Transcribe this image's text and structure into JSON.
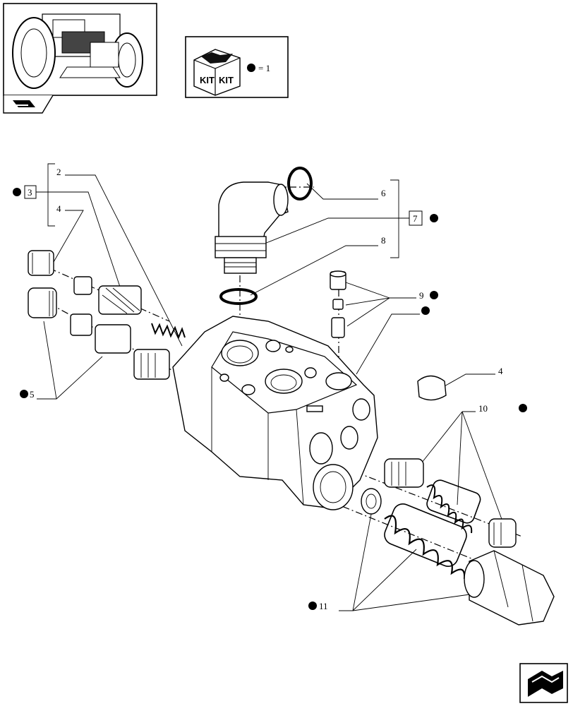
{
  "kit_legend": {
    "kit_text_1": "KIT",
    "kit_text_2": "KIT",
    "equals_text": "= 1"
  },
  "callouts": {
    "c1": "2",
    "c2": "3",
    "c3": "4",
    "c4": "5",
    "c5": "6",
    "c6": "7",
    "c7": "8",
    "c8": "9",
    "c9": "4",
    "c10": "10",
    "c11": "11"
  },
  "colors": {
    "line": "#000000",
    "background": "#ffffff"
  },
  "icons": [
    "tractor-thumbnail-icon",
    "book-arrow-icon",
    "kit-box-icon",
    "bullet-icon",
    "next-page-arrow-icon"
  ]
}
